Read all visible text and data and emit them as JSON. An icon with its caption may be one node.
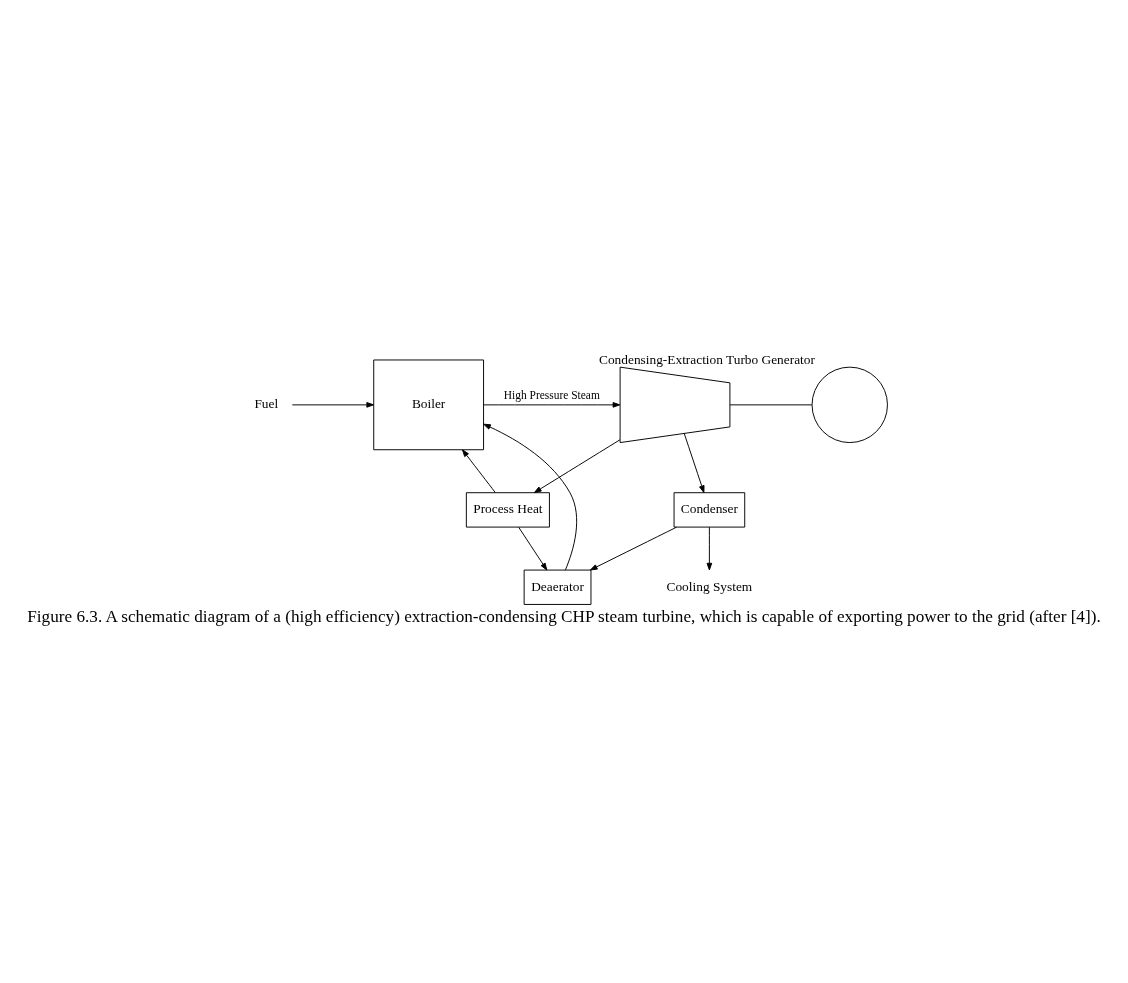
{
  "diagram": {
    "caption": "Figure 6.3. A schematic diagram of a (high efficiency) extraction-condensing CHP steam turbine, which is capable of exporting power to the grid (after [4]).",
    "nodes": [
      {
        "text": [
          "Fuel"
        ]
      },
      {
        "text": [
          "Boiler"
        ]
      },
      {
        "text": [],
        "shape": "trapezium"
      },
      {
        "text": [],
        "shape": "circle",
        "beside": [
          "Condensing-Extraction Turbo Generator"
        ]
      },
      {
        "text": [
          "Condenser"
        ]
      },
      {
        "text": [
          "Process Heat"
        ]
      },
      {
        "text": [
          "Cooling System"
        ]
      },
      {
        "text": [
          "Deaerator"
        ]
      }
    ],
    "edges": [
      {
        "from": 0,
        "to": 1,
        "arrow": "to"
      },
      {
        "from": 1,
        "to": 2,
        "arrow": "to",
        "label": "High Pressure Steam"
      },
      {
        "from": 2,
        "to": 3,
        "arrow": "none"
      },
      {
        "from": 2,
        "to": 5,
        "arrow": "to"
      },
      {
        "from": 2,
        "to": 4,
        "arrow": "to"
      },
      {
        "from": 4,
        "to": 6,
        "arrow": "to"
      },
      {
        "from": 5,
        "to": 1,
        "arrow": "to"
      },
      {
        "from": 5,
        "to": 7,
        "arrow": "to"
      },
      {
        "from": 4,
        "to": 7,
        "arrow": "to"
      },
      {
        "from": 7,
        "to": 1,
        "arrow": "to"
      }
    ]
  }
}
